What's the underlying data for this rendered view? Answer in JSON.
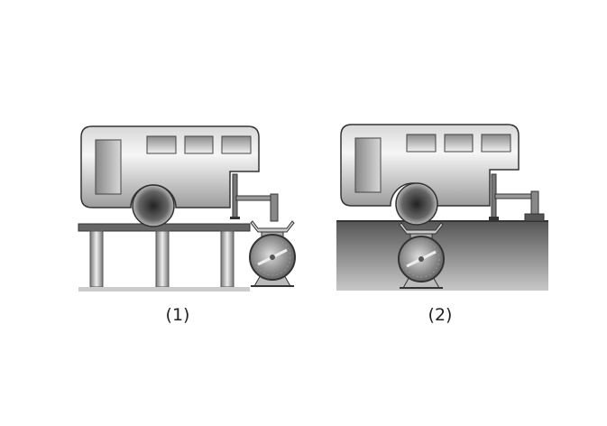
{
  "panels": [
    {
      "label": "(1)",
      "scene": "trailer-on-raised-platform-with-gauge-beside"
    },
    {
      "label": "(2)",
      "scene": "trailer-on-ground-with-gauge-under-wheel"
    }
  ],
  "colors": {
    "stroke": "#3a3a3a",
    "body_light": "#f2f2f2",
    "body_dark": "#9a9a9a",
    "ground": "#6e6e6e"
  }
}
